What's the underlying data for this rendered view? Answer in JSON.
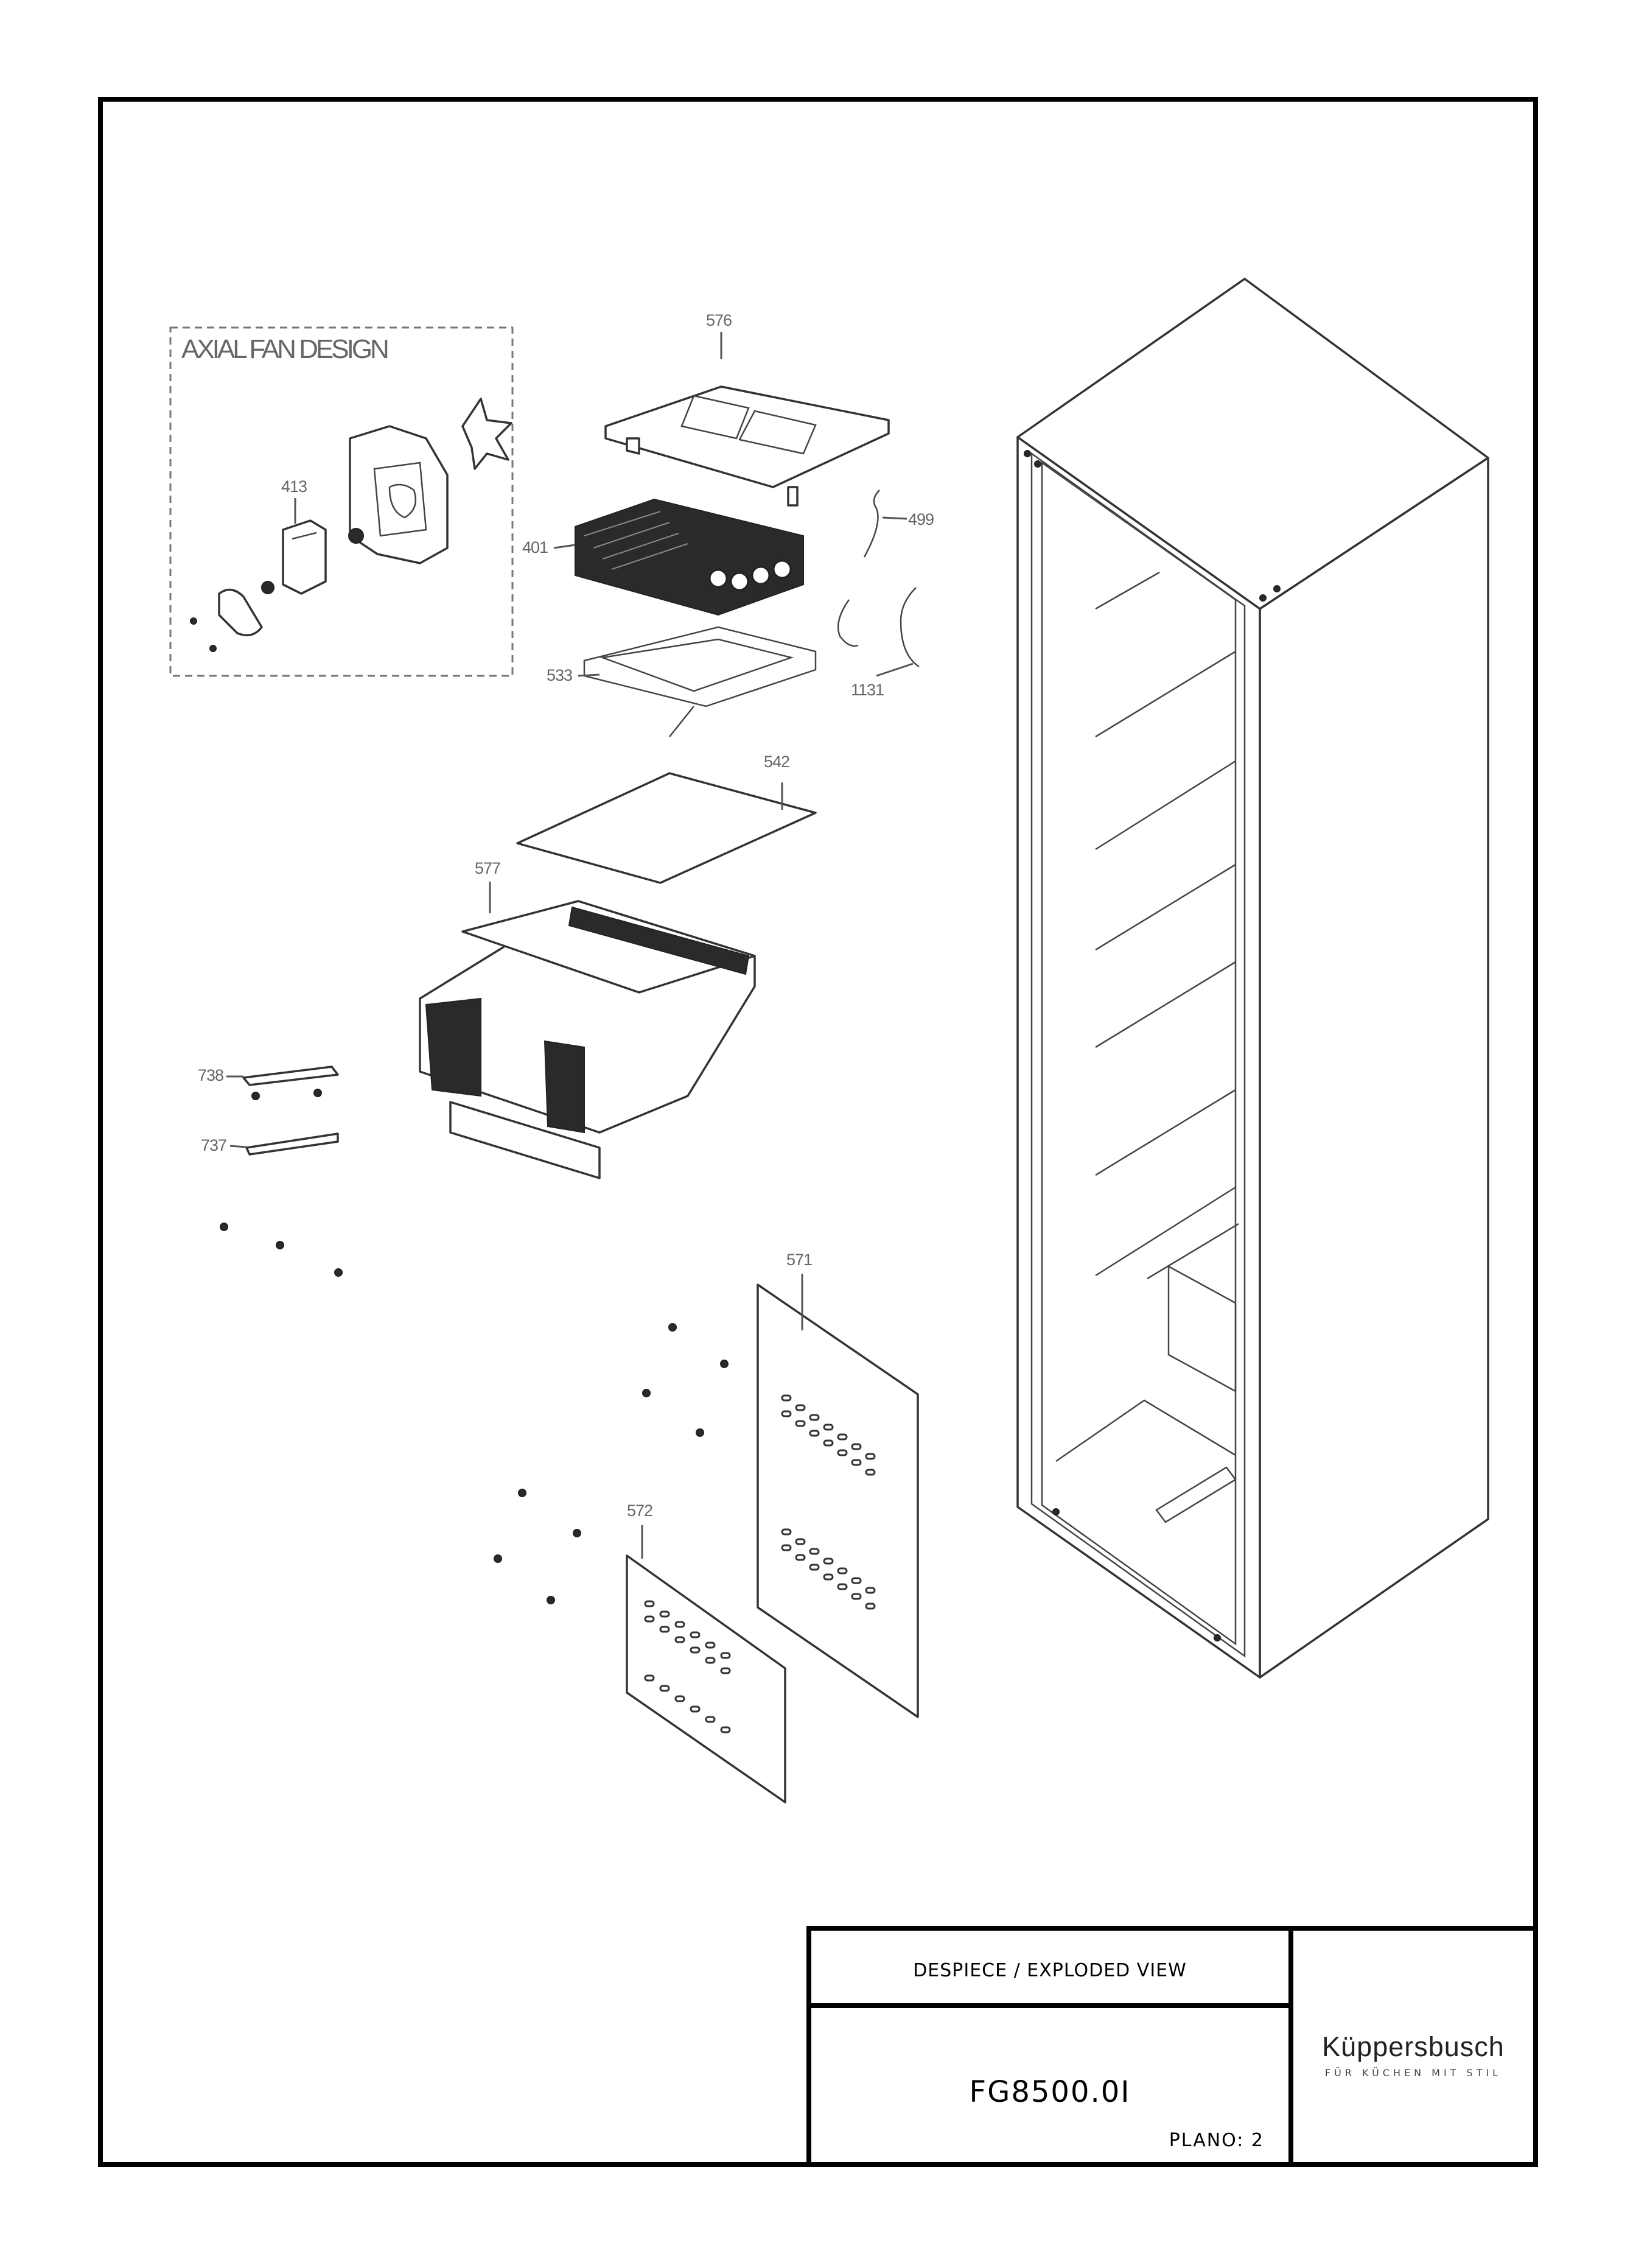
{
  "inset": {
    "title": "AXIAL FAN DESIGN"
  },
  "callouts": {
    "c576": "576",
    "c499": "499",
    "c413": "413",
    "c401": "401",
    "c533": "533",
    "c1131": "1131",
    "c542": "542",
    "c577": "577",
    "c738": "738",
    "c737": "737",
    "c571": "571",
    "c572": "572"
  },
  "title_block": {
    "description": "DESPIECE / EXPLODED VIEW",
    "model": "FG8500.0I",
    "sheet": "PLANO: 2",
    "brand": "Küppersbusch",
    "tagline": "FÜR KÜCHEN MIT STIL"
  }
}
